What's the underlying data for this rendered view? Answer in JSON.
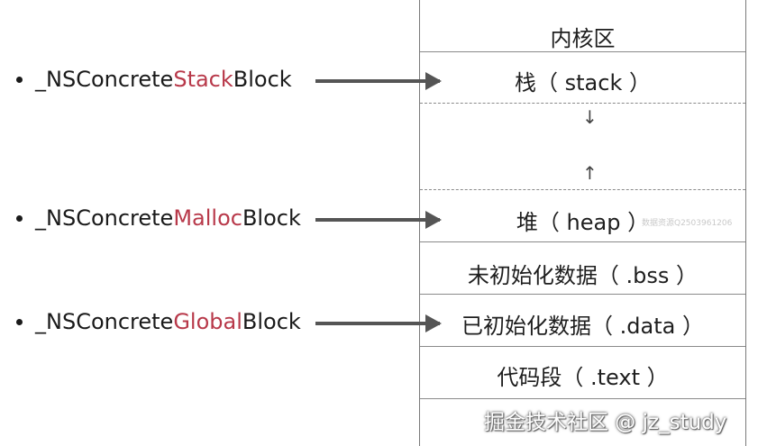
{
  "memory": {
    "header": "内核区",
    "regions": {
      "stack": "栈（ stack ）",
      "stack_arrow": "↓",
      "heap_arrow": "↑",
      "heap": "堆（ heap ）",
      "bss": "未初始化数据（ .bss ）",
      "data": "已初始化数据（ .data ）",
      "text": "代码段（ .text ）"
    }
  },
  "blocks": [
    {
      "prefix": "_NSConcrete",
      "accent": "Stack",
      "suffix": "Block",
      "target": "stack"
    },
    {
      "prefix": "_NSConcrete",
      "accent": "Malloc",
      "suffix": "Block",
      "target": "heap"
    },
    {
      "prefix": "_NSConcrete",
      "accent": "Global",
      "suffix": "Block",
      "target": "data"
    }
  ],
  "colors": {
    "accent": "#b8394a",
    "arrow": "#555555",
    "line": "#8a8a8a"
  },
  "watermark": "数据资源Q2503961206",
  "caption": "掘金技术社区 @ jz_study"
}
